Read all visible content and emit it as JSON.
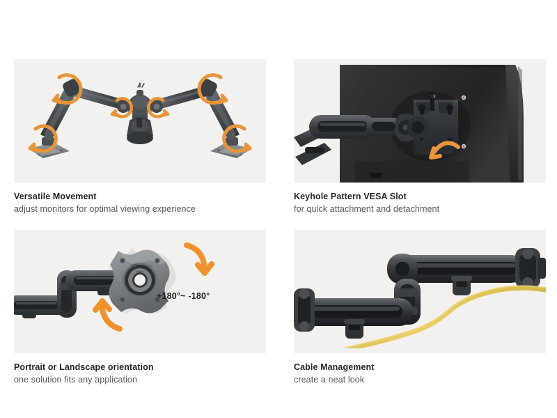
{
  "layout": {
    "background": "#ffffff",
    "panel_background": "#f2f1ef",
    "columns": 2,
    "rows": 2
  },
  "colors": {
    "title_text": "#262626",
    "subtitle_text": "#57575a",
    "accent_orange": "#e8943a",
    "accent_orange_bright": "#f0912e",
    "cable_yellow": "#e8ce62",
    "metal_dark": "#3a3d40",
    "metal_mid": "#55595d",
    "metal_light": "#8d9196",
    "monitor_dark": "#2a2a2c"
  },
  "features": [
    {
      "id": "versatile-movement",
      "title": "Versatile Movement",
      "subtitle": "adjust monitors for optimal viewing experience",
      "illustration": "dual-monitor-arm-rotation",
      "annotation_count": 6,
      "annotation_type": "circular-rotation-arrow"
    },
    {
      "id": "keyhole-vesa-slot",
      "title": "Keyhole Pattern VESA Slot",
      "subtitle": "for quick attachment and detachment",
      "illustration": "monitor-rear-vesa-bracket",
      "annotation_count": 1,
      "annotation_type": "curved-arrow"
    },
    {
      "id": "portrait-landscape",
      "title": "Portrait or Landscape orientation",
      "subtitle": "one solution fits any application",
      "illustration": "vesa-plate-rotation",
      "annotation_count": 2,
      "annotation_type": "curved-arrow",
      "degree_label": "+180°~ -180°"
    },
    {
      "id": "cable-management",
      "title": "Cable Management",
      "subtitle": "create a neat look",
      "illustration": "arm-with-yellow-cable",
      "annotation_count": 0,
      "annotation_type": "none"
    }
  ]
}
